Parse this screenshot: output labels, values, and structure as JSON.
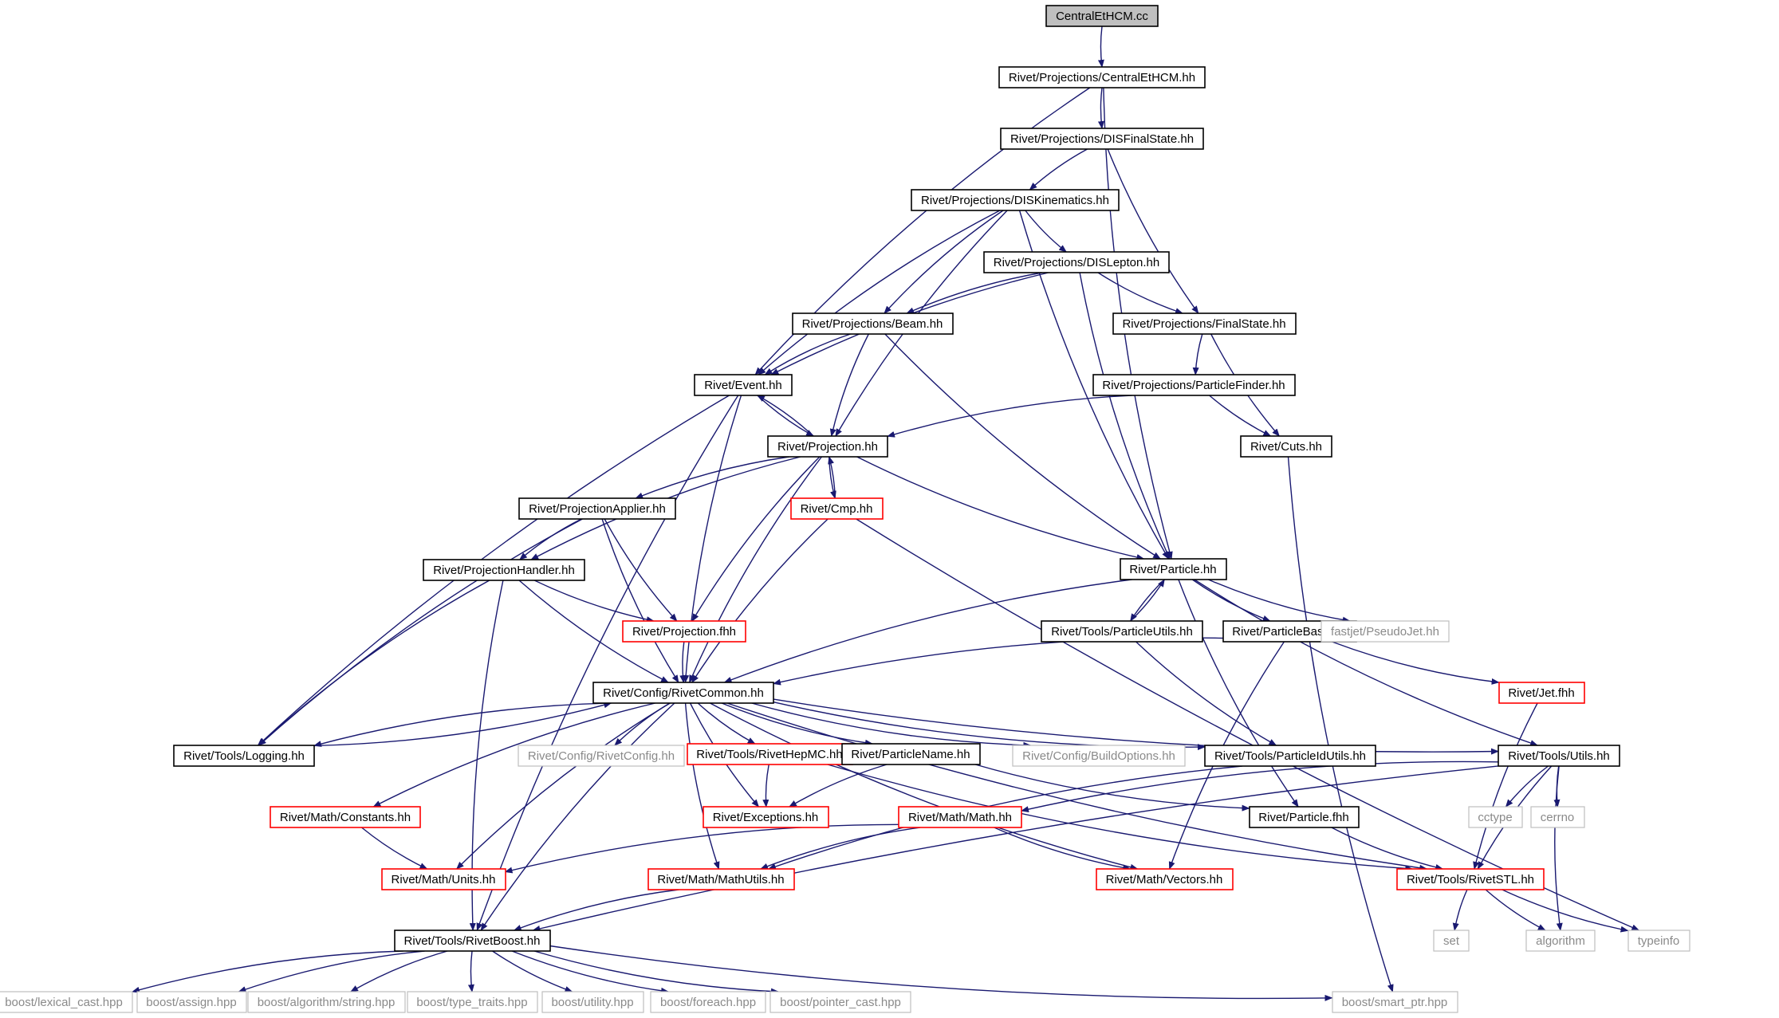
{
  "colors": {
    "edge": "#191970",
    "normal_border": "#000000",
    "incomplete_border": "#ff0000",
    "external_border": "#bfbfbf",
    "root_fill": "#bfbfbf",
    "background": "#ffffff"
  },
  "nodes": [
    {
      "id": "n0",
      "label": "CentralEtHCM.cc",
      "kind": "root"
    },
    {
      "id": "n1",
      "label": "Rivet/Projections/CentralEtHCM.hh",
      "kind": "normal"
    },
    {
      "id": "n2",
      "label": "Rivet/Projections/DISFinalState.hh",
      "kind": "normal"
    },
    {
      "id": "n3",
      "label": "Rivet/Projections/DISKinematics.hh",
      "kind": "normal"
    },
    {
      "id": "n4",
      "label": "Rivet/Projections/DISLepton.hh",
      "kind": "normal"
    },
    {
      "id": "n5",
      "label": "Rivet/Projections/Beam.hh",
      "kind": "normal"
    },
    {
      "id": "n6",
      "label": "Rivet/Projections/FinalState.hh",
      "kind": "normal"
    },
    {
      "id": "n7",
      "label": "Rivet/Event.hh",
      "kind": "normal"
    },
    {
      "id": "n8",
      "label": "Rivet/Projections/ParticleFinder.hh",
      "kind": "normal"
    },
    {
      "id": "n9",
      "label": "Rivet/Projection.hh",
      "kind": "normal"
    },
    {
      "id": "n10",
      "label": "Rivet/Cuts.hh",
      "kind": "normal"
    },
    {
      "id": "n11",
      "label": "Rivet/ProjectionApplier.hh",
      "kind": "normal"
    },
    {
      "id": "n12",
      "label": "Rivet/Cmp.hh",
      "kind": "incomplete"
    },
    {
      "id": "n13",
      "label": "Rivet/Particle.hh",
      "kind": "normal"
    },
    {
      "id": "n14",
      "label": "Rivet/ProjectionHandler.hh",
      "kind": "normal"
    },
    {
      "id": "n15",
      "label": "Rivet/Projection.fhh",
      "kind": "incomplete"
    },
    {
      "id": "n16",
      "label": "Rivet/Tools/ParticleUtils.hh",
      "kind": "normal"
    },
    {
      "id": "n17",
      "label": "Rivet/ParticleBase.hh",
      "kind": "normal"
    },
    {
      "id": "n18",
      "label": "fastjet/PseudoJet.hh",
      "kind": "external"
    },
    {
      "id": "n19",
      "label": "Rivet/Config/RivetCommon.hh",
      "kind": "normal"
    },
    {
      "id": "n20",
      "label": "Rivet/Jet.fhh",
      "kind": "incomplete"
    },
    {
      "id": "n21",
      "label": "Rivet/Tools/Logging.hh",
      "kind": "normal"
    },
    {
      "id": "n22",
      "label": "Rivet/Config/RivetConfig.hh",
      "kind": "external"
    },
    {
      "id": "n23",
      "label": "Rivet/Tools/RivetHepMC.hh",
      "kind": "incomplete"
    },
    {
      "id": "n24",
      "label": "Rivet/ParticleName.hh",
      "kind": "normal"
    },
    {
      "id": "n25",
      "label": "Rivet/Config/BuildOptions.hh",
      "kind": "external"
    },
    {
      "id": "n26",
      "label": "Rivet/Tools/ParticleIdUtils.hh",
      "kind": "normal"
    },
    {
      "id": "n27",
      "label": "Rivet/Tools/Utils.hh",
      "kind": "normal"
    },
    {
      "id": "n28",
      "label": "Rivet/Math/Constants.hh",
      "kind": "incomplete"
    },
    {
      "id": "n29",
      "label": "Rivet/Exceptions.hh",
      "kind": "incomplete"
    },
    {
      "id": "n30",
      "label": "Rivet/Math/Math.hh",
      "kind": "incomplete"
    },
    {
      "id": "n31",
      "label": "Rivet/Particle.fhh",
      "kind": "normal"
    },
    {
      "id": "n32",
      "label": "cctype",
      "kind": "external"
    },
    {
      "id": "n33",
      "label": "cerrno",
      "kind": "external"
    },
    {
      "id": "n34",
      "label": "Rivet/Math/Units.hh",
      "kind": "incomplete"
    },
    {
      "id": "n35",
      "label": "Rivet/Math/MathUtils.hh",
      "kind": "incomplete"
    },
    {
      "id": "n36",
      "label": "Rivet/Math/Vectors.hh",
      "kind": "incomplete"
    },
    {
      "id": "n37",
      "label": "Rivet/Tools/RivetSTL.hh",
      "kind": "incomplete"
    },
    {
      "id": "n38",
      "label": "Rivet/Tools/RivetBoost.hh",
      "kind": "normal"
    },
    {
      "id": "n39",
      "label": "set",
      "kind": "external"
    },
    {
      "id": "n40",
      "label": "algorithm",
      "kind": "external"
    },
    {
      "id": "n41",
      "label": "typeinfo",
      "kind": "external"
    },
    {
      "id": "n42",
      "label": "boost/lexical_cast.hpp",
      "kind": "external"
    },
    {
      "id": "n43",
      "label": "boost/assign.hpp",
      "kind": "external"
    },
    {
      "id": "n44",
      "label": "boost/algorithm/string.hpp",
      "kind": "external"
    },
    {
      "id": "n45",
      "label": "boost/type_traits.hpp",
      "kind": "external"
    },
    {
      "id": "n46",
      "label": "boost/utility.hpp",
      "kind": "external"
    },
    {
      "id": "n47",
      "label": "boost/foreach.hpp",
      "kind": "external"
    },
    {
      "id": "n48",
      "label": "boost/pointer_cast.hpp",
      "kind": "external"
    },
    {
      "id": "n49",
      "label": "boost/smart_ptr.hpp",
      "kind": "external"
    }
  ],
  "edges": [
    [
      "n0",
      "n1"
    ],
    [
      "n1",
      "n2"
    ],
    [
      "n1",
      "n7"
    ],
    [
      "n1",
      "n13"
    ],
    [
      "n2",
      "n3"
    ],
    [
      "n2",
      "n6"
    ],
    [
      "n3",
      "n4"
    ],
    [
      "n3",
      "n5"
    ],
    [
      "n3",
      "n7"
    ],
    [
      "n3",
      "n9"
    ],
    [
      "n3",
      "n13"
    ],
    [
      "n4",
      "n5"
    ],
    [
      "n4",
      "n6"
    ],
    [
      "n4",
      "n7"
    ],
    [
      "n4",
      "n13"
    ],
    [
      "n5",
      "n7"
    ],
    [
      "n5",
      "n9"
    ],
    [
      "n5",
      "n13"
    ],
    [
      "n6",
      "n8"
    ],
    [
      "n6",
      "n10"
    ],
    [
      "n7",
      "n9"
    ],
    [
      "n7",
      "n19"
    ],
    [
      "n7",
      "n38"
    ],
    [
      "n7",
      "n21"
    ],
    [
      "n8",
      "n9"
    ],
    [
      "n8",
      "n10"
    ],
    [
      "n9",
      "n7"
    ],
    [
      "n9",
      "n11"
    ],
    [
      "n9",
      "n12"
    ],
    [
      "n9",
      "n13"
    ],
    [
      "n9",
      "n14"
    ],
    [
      "n9",
      "n15"
    ],
    [
      "n9",
      "n19"
    ],
    [
      "n10",
      "n49"
    ],
    [
      "n11",
      "n14"
    ],
    [
      "n11",
      "n15"
    ],
    [
      "n11",
      "n19"
    ],
    [
      "n11",
      "n21"
    ],
    [
      "n12",
      "n9"
    ],
    [
      "n12",
      "n19"
    ],
    [
      "n12",
      "n41"
    ],
    [
      "n13",
      "n16"
    ],
    [
      "n13",
      "n17"
    ],
    [
      "n13",
      "n18"
    ],
    [
      "n13",
      "n19"
    ],
    [
      "n13",
      "n27"
    ],
    [
      "n13",
      "n31"
    ],
    [
      "n14",
      "n15"
    ],
    [
      "n14",
      "n19"
    ],
    [
      "n14",
      "n21"
    ],
    [
      "n14",
      "n38"
    ],
    [
      "n15",
      "n19"
    ],
    [
      "n16",
      "n13"
    ],
    [
      "n16",
      "n26"
    ],
    [
      "n17",
      "n19"
    ],
    [
      "n17",
      "n20"
    ],
    [
      "n17",
      "n36"
    ],
    [
      "n19",
      "n21"
    ],
    [
      "n19",
      "n22"
    ],
    [
      "n19",
      "n23"
    ],
    [
      "n19",
      "n24"
    ],
    [
      "n19",
      "n25"
    ],
    [
      "n19",
      "n26"
    ],
    [
      "n19",
      "n27"
    ],
    [
      "n19",
      "n28"
    ],
    [
      "n19",
      "n29"
    ],
    [
      "n19",
      "n34"
    ],
    [
      "n19",
      "n35"
    ],
    [
      "n19",
      "n36"
    ],
    [
      "n19",
      "n37"
    ],
    [
      "n19",
      "n38"
    ],
    [
      "n20",
      "n37"
    ],
    [
      "n21",
      "n19"
    ],
    [
      "n23",
      "n29"
    ],
    [
      "n23",
      "n37"
    ],
    [
      "n24",
      "n29"
    ],
    [
      "n24",
      "n31"
    ],
    [
      "n26",
      "n35"
    ],
    [
      "n27",
      "n30"
    ],
    [
      "n27",
      "n32"
    ],
    [
      "n27",
      "n33"
    ],
    [
      "n27",
      "n37"
    ],
    [
      "n27",
      "n38"
    ],
    [
      "n27",
      "n40"
    ],
    [
      "n28",
      "n34"
    ],
    [
      "n30",
      "n34"
    ],
    [
      "n30",
      "n35"
    ],
    [
      "n30",
      "n36"
    ],
    [
      "n31",
      "n37"
    ],
    [
      "n35",
      "n38"
    ],
    [
      "n37",
      "n39"
    ],
    [
      "n37",
      "n40"
    ],
    [
      "n37",
      "n41"
    ],
    [
      "n38",
      "n42"
    ],
    [
      "n38",
      "n43"
    ],
    [
      "n38",
      "n44"
    ],
    [
      "n38",
      "n45"
    ],
    [
      "n38",
      "n46"
    ],
    [
      "n38",
      "n47"
    ],
    [
      "n38",
      "n48"
    ],
    [
      "n38",
      "n49"
    ]
  ]
}
